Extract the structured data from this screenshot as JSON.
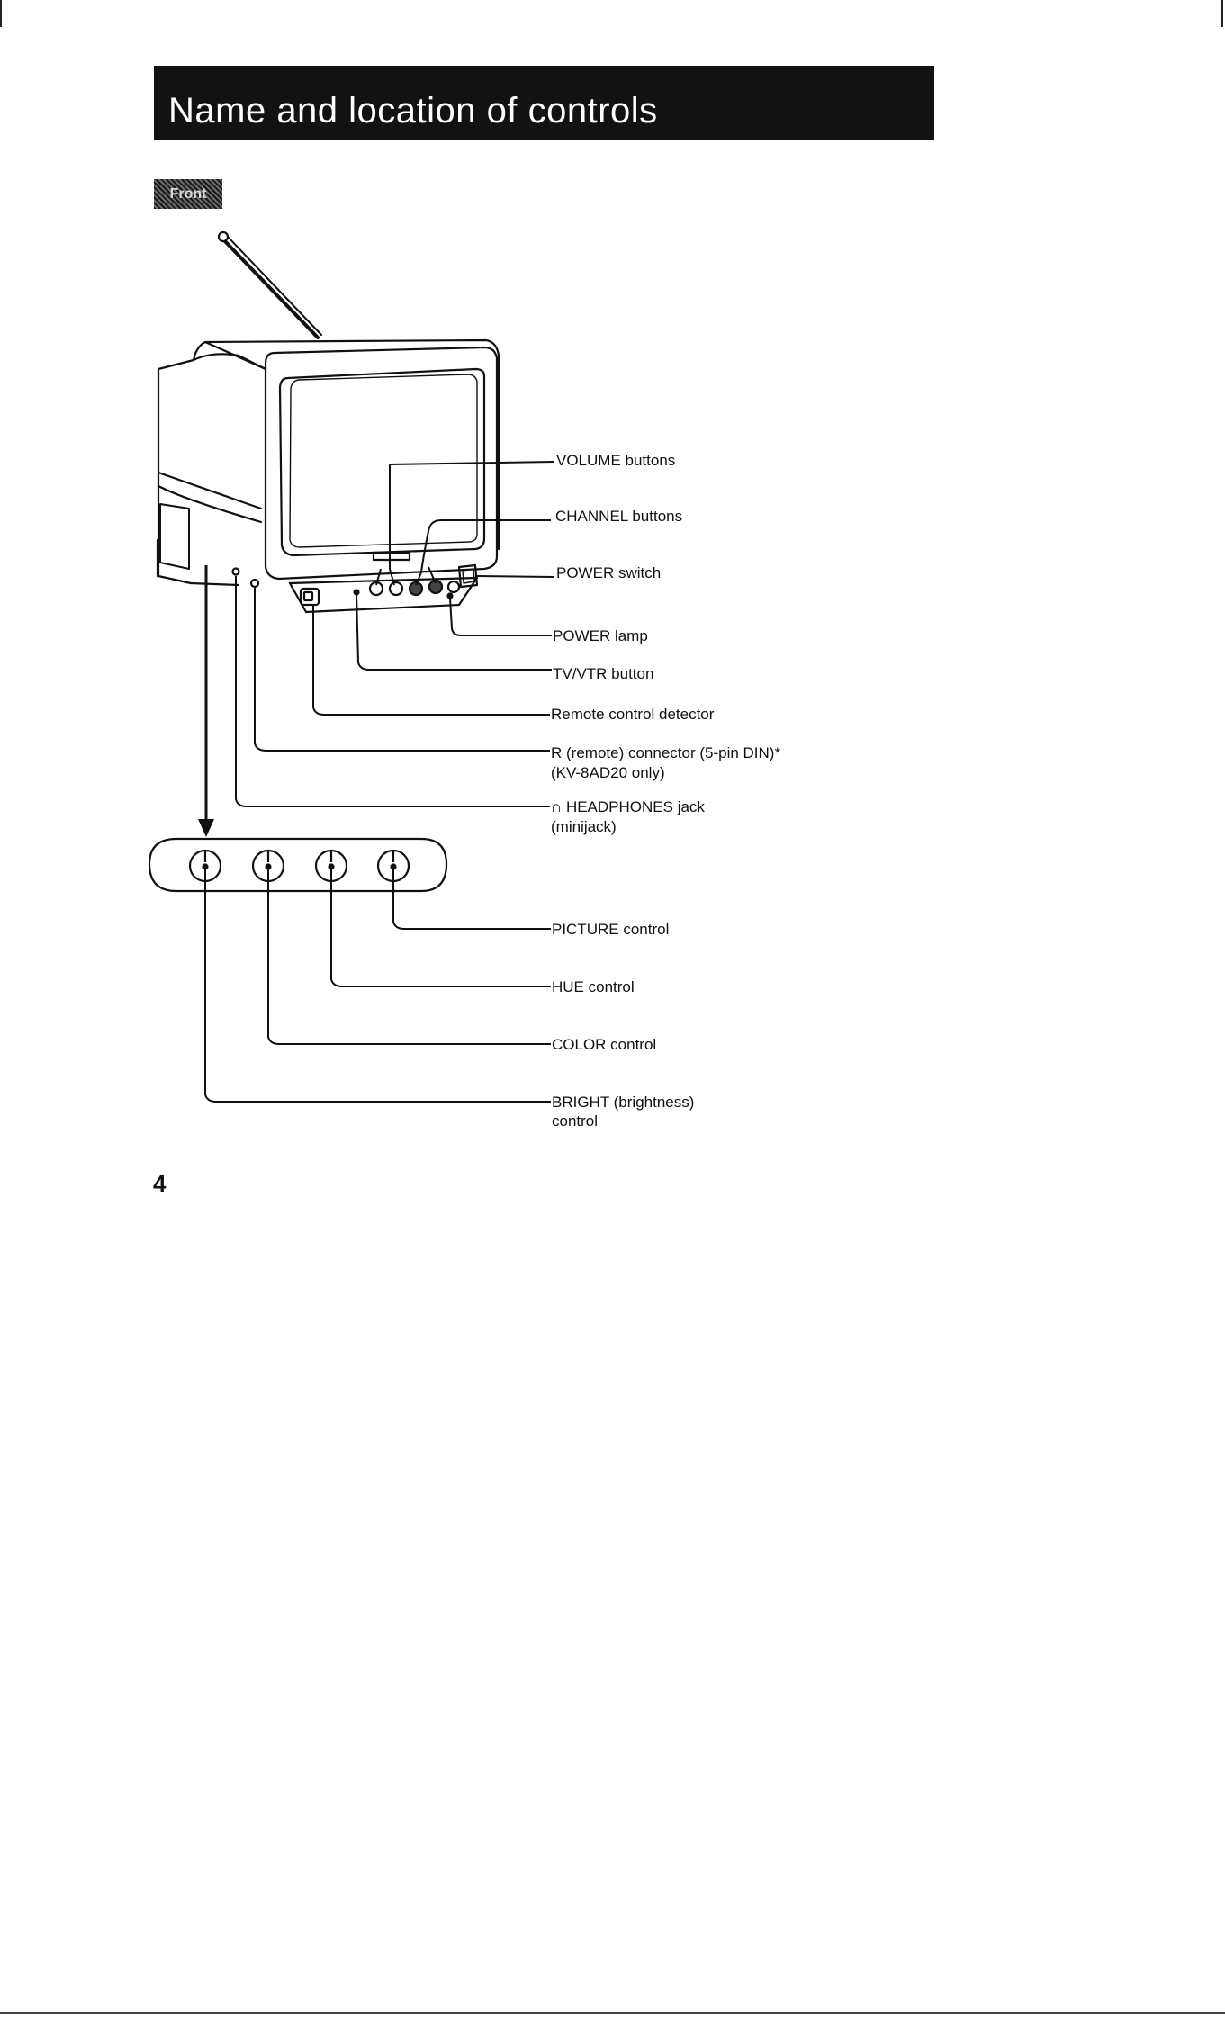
{
  "page": {
    "title": "Name and location of controls",
    "page_number": "4"
  },
  "labels": {
    "volume": "VOLUME buttons",
    "channel": "CHANNEL buttons",
    "power_switch": "POWER switch",
    "power_lamp": "POWER lamp",
    "tv_vtr": "TV/VTR button",
    "remote_detector": "Remote control detector",
    "remote_connector_1": "R (remote) connector (5-pin DIN)*",
    "remote_connector_2": "(KV-8AD20 only)",
    "headphones_1": "∩ HEADPHONES jack",
    "headphones_2": "(minijack)",
    "picture": "PICTURE control",
    "hue": "HUE control",
    "color": "COLOR control",
    "bright_1": "BRIGHT (brightness)",
    "bright_2": "control"
  }
}
